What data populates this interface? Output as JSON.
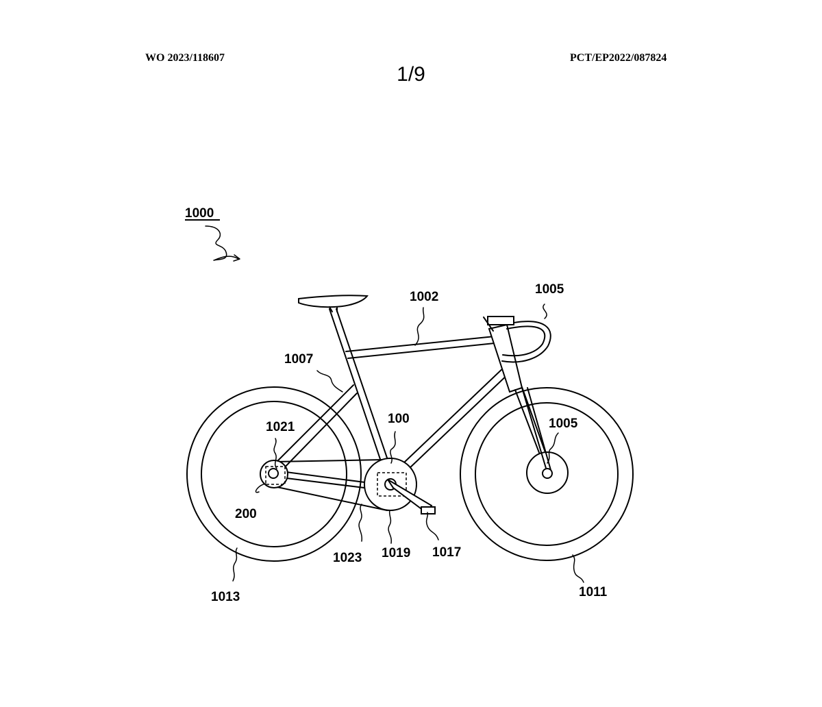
{
  "header": {
    "publication_number": "WO 2023/118607",
    "application_number": "PCT/EP2022/087824",
    "sheet": "1/9"
  },
  "figure": {
    "labels": {
      "bicycle": "1000",
      "frame": "1002",
      "handlebar": "1005",
      "hub": "1005",
      "seat_stay": "1007",
      "front_wheel": "1011",
      "rear_wheel": "1013",
      "pedal": "1017",
      "chainring": "1019",
      "rear_sprocket": "1021",
      "chain": "1023",
      "drive_unit": "100",
      "rear_device": "200"
    }
  }
}
